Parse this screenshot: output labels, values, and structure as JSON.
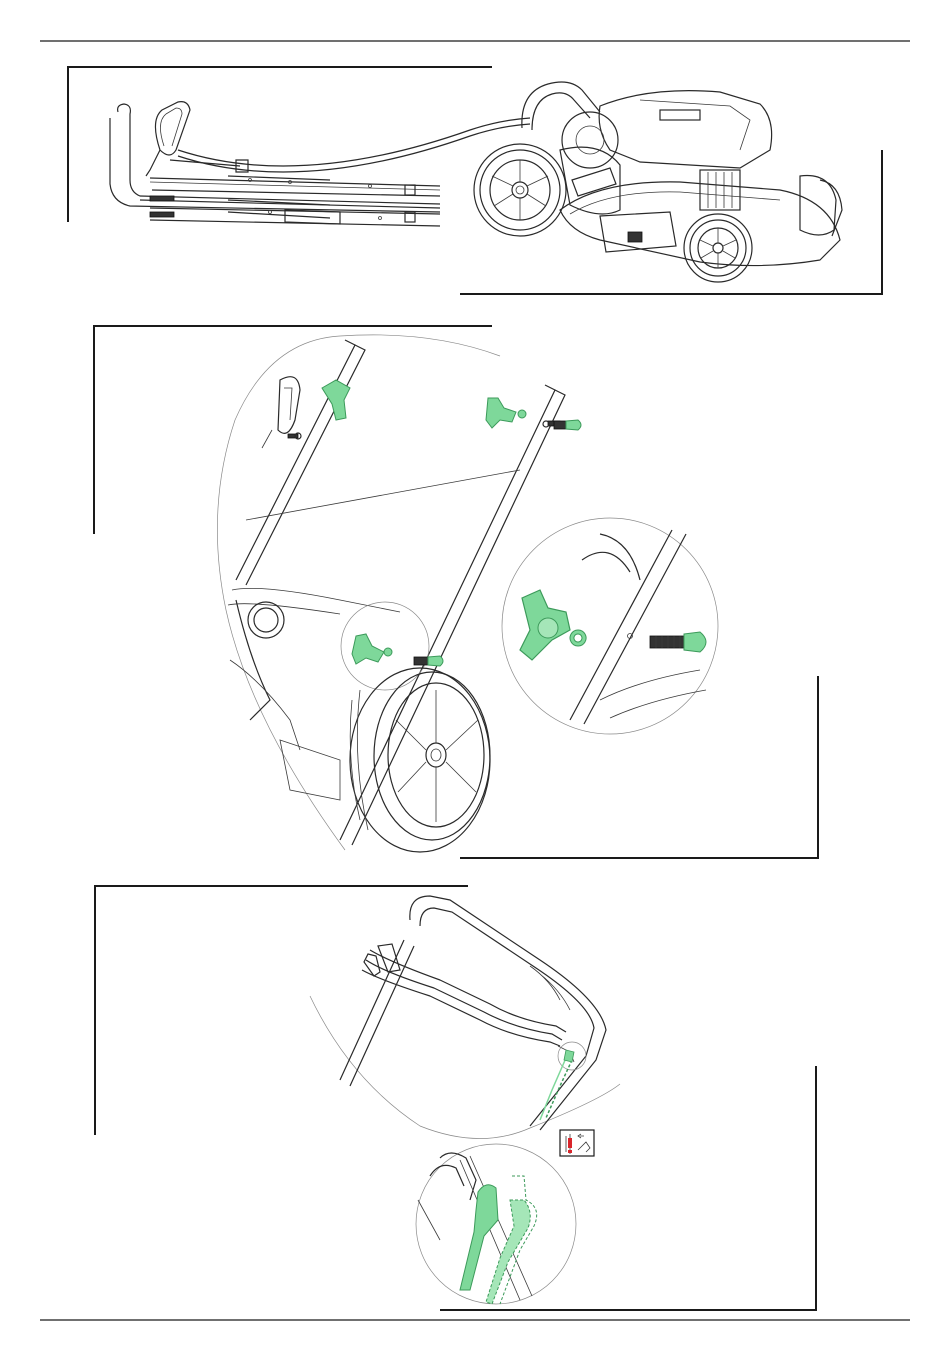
{
  "colors": {
    "line": "#2a2a2a",
    "highlight": "#7ed89a",
    "highlight_stroke": "#3c9a5a",
    "warning": "#d9252b",
    "frame": "#1a1a1a"
  },
  "figures": [
    {
      "id": "step-1",
      "icons": [
        "handle-assembly-illustration",
        "lawn-mower-illustration"
      ]
    },
    {
      "id": "step-2",
      "icons": [
        "knob-illustration",
        "bolt-illustration",
        "washer-illustration",
        "wheel-illustration"
      ]
    },
    {
      "id": "step-3",
      "icons": [
        "handle-bar-illustration",
        "cable-clip-illustration",
        "warning-icon"
      ]
    }
  ]
}
